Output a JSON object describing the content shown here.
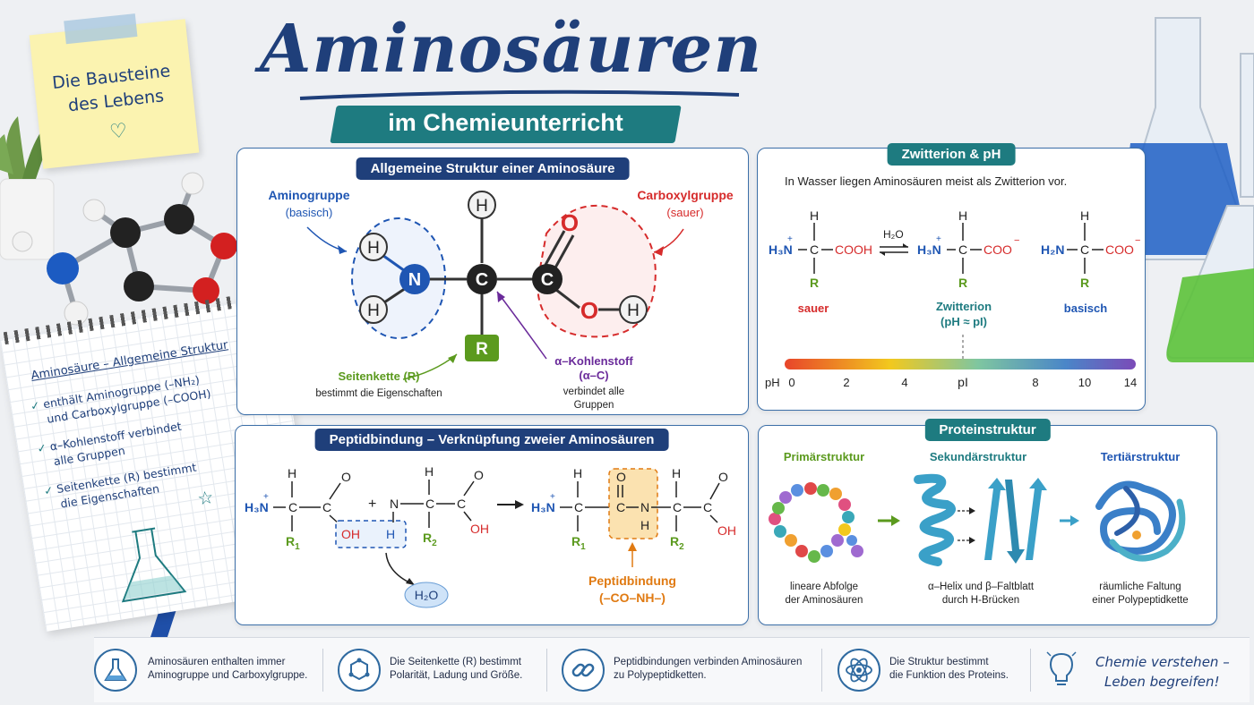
{
  "header": {
    "title": "Aminosäuren",
    "subtitle": "im Chemieunterricht",
    "sticky_line1": "Die Bausteine",
    "sticky_line2": "des Lebens"
  },
  "notebook": {
    "title": "Aminosäure – Allgemeine Struktur",
    "items": [
      {
        "line1": "enthält Aminogruppe (–NH₂)",
        "line2": "und Carboxylgruppe (–COOH)"
      },
      {
        "line1": "α–Kohlenstoff verbindet",
        "line2": "alle Gruppen"
      },
      {
        "line1": "Seitenkette (R) bestimmt",
        "line2": "die Eigenschaften"
      }
    ]
  },
  "structure_panel": {
    "title": "Allgemeine Struktur einer Aminosäure",
    "amino_label": "Aminogruppe",
    "amino_sub": "(basisch)",
    "carboxyl_label": "Carboxylgruppe",
    "carboxyl_sub": "(sauer)",
    "sidechain_label": "Seitenkette (R)",
    "sidechain_sub": "bestimmt die Eigenschaften",
    "alpha_label": "α–Kohlenstoff",
    "alpha_label2": "(α–C)",
    "alpha_sub1": "verbindet alle",
    "alpha_sub2": "Gruppen",
    "atoms": {
      "h": "H",
      "n": "N",
      "c": "C",
      "o": "O",
      "r": "R"
    }
  },
  "zwitterion_panel": {
    "title": "Zwitterion & pH",
    "intro": "In Wasser liegen Aminosäuren meist als Zwitterion vor.",
    "water": "H₂O",
    "acid_label": "sauer",
    "zwitter_label": "Zwitterion",
    "zwitter_sub": "(pH ≈ pI)",
    "base_label": "basisch",
    "cooh": "COOH",
    "coo": "COO",
    "h3n": "H₃N",
    "h2n": "H₂N",
    "h": "H",
    "c": "C",
    "r": "R",
    "ph_label": "pH",
    "pi_label": "pI",
    "ph_ticks": [
      "0",
      "2",
      "4",
      "8",
      "10",
      "14"
    ]
  },
  "peptide_panel": {
    "title": "Peptidbindung – Verknüpfung zweier Aminosäuren",
    "water": "H₂O",
    "bond_label": "Peptidbindung",
    "bond_sub": "(–CO–NH–)",
    "h3n": "H₃N",
    "oh": "OH",
    "h": "H",
    "n": "N",
    "c": "C",
    "o": "O",
    "r1": "R",
    "r2": "R",
    "sub1": "1",
    "sub2": "2",
    "plus": "+"
  },
  "protein_panel": {
    "title": "Proteinstruktur",
    "primary": "Primärstruktur",
    "primary_sub1": "lineare Abfolge",
    "primary_sub2": "der Aminosäuren",
    "secondary": "Sekundärstruktur",
    "secondary_sub1": "α–Helix und β–Faltblatt",
    "secondary_sub2": "durch H-Brücken",
    "tertiary": "Tertiärstruktur",
    "tertiary_sub1": "räumliche Faltung",
    "tertiary_sub2": "einer Polypeptidkette"
  },
  "footer": {
    "items": [
      {
        "line1": "Aminosäuren enthalten immer",
        "line2": "Aminogruppe und Carboxylgruppe."
      },
      {
        "line1": "Die Seitenkette (R) bestimmt",
        "line2": "Polarität, Ladung und Größe."
      },
      {
        "line1": "Peptidbindungen verbinden Aminosäuren",
        "line2": "zu Polypeptidketten."
      },
      {
        "line1": "Die Struktur bestimmt",
        "line2": "die Funktion des Proteins."
      }
    ],
    "slogan1": "Chemie verstehen –",
    "slogan2": "Leben begreifen!"
  },
  "colors": {
    "navy": "#1f3f7a",
    "teal": "#1e7b80",
    "amino_blue": "#1f56b3",
    "acid_red": "#d62b2b",
    "sidechain_green": "#5b9a1e",
    "alpha_purple": "#6a2a9a",
    "peptide_orange": "#e07a12"
  }
}
